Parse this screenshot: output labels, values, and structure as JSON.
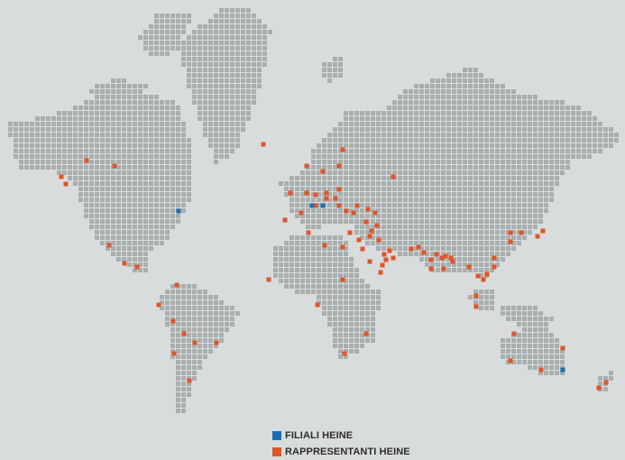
{
  "colors": {
    "background": "#d9dcdc",
    "land_dot": "#a9aeae",
    "filiali": "#1a6fb5",
    "rappresentanti": "#e0552b"
  },
  "legend": {
    "filiali_label": "FILIALI HEINE",
    "rappresentanti_label": "RAPPRESENTANTI HEINE"
  },
  "markers": {
    "filiali_count": 4,
    "rappresentanti_count": 90
  }
}
